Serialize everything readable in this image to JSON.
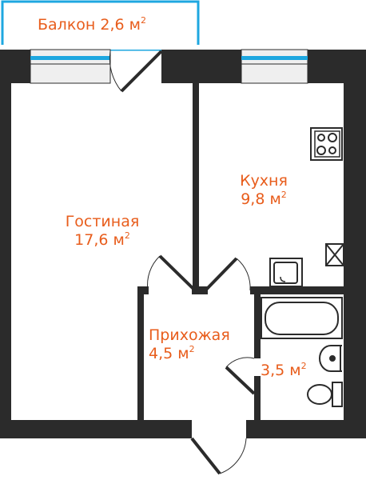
{
  "colors": {
    "wall": "#2b2b2b",
    "label": "#e85d1c",
    "balcony_outline": "#1ea7e0",
    "window_glass": "#1ea7e0",
    "fixture": "#2b2b2b",
    "background": "#ffffff"
  },
  "rooms": {
    "balcony": {
      "name": "Балкон",
      "area": "2,6 м",
      "unit_exp": "2"
    },
    "living": {
      "name": "Гостиная",
      "area": "17,6 м",
      "unit_exp": "2"
    },
    "kitchen": {
      "name": "Кухня",
      "area": "9,8 м",
      "unit_exp": "2"
    },
    "hallway": {
      "name": "Прихожая",
      "area": "4,5 м",
      "unit_exp": "2"
    },
    "bathroom": {
      "area": "3,5 м",
      "unit_exp": "2"
    }
  },
  "fixtures": [
    "stove-icon",
    "kitchen-sink-icon",
    "ventilation-shaft-icon",
    "bathtub-icon",
    "washbasin-icon",
    "toilet-icon"
  ]
}
